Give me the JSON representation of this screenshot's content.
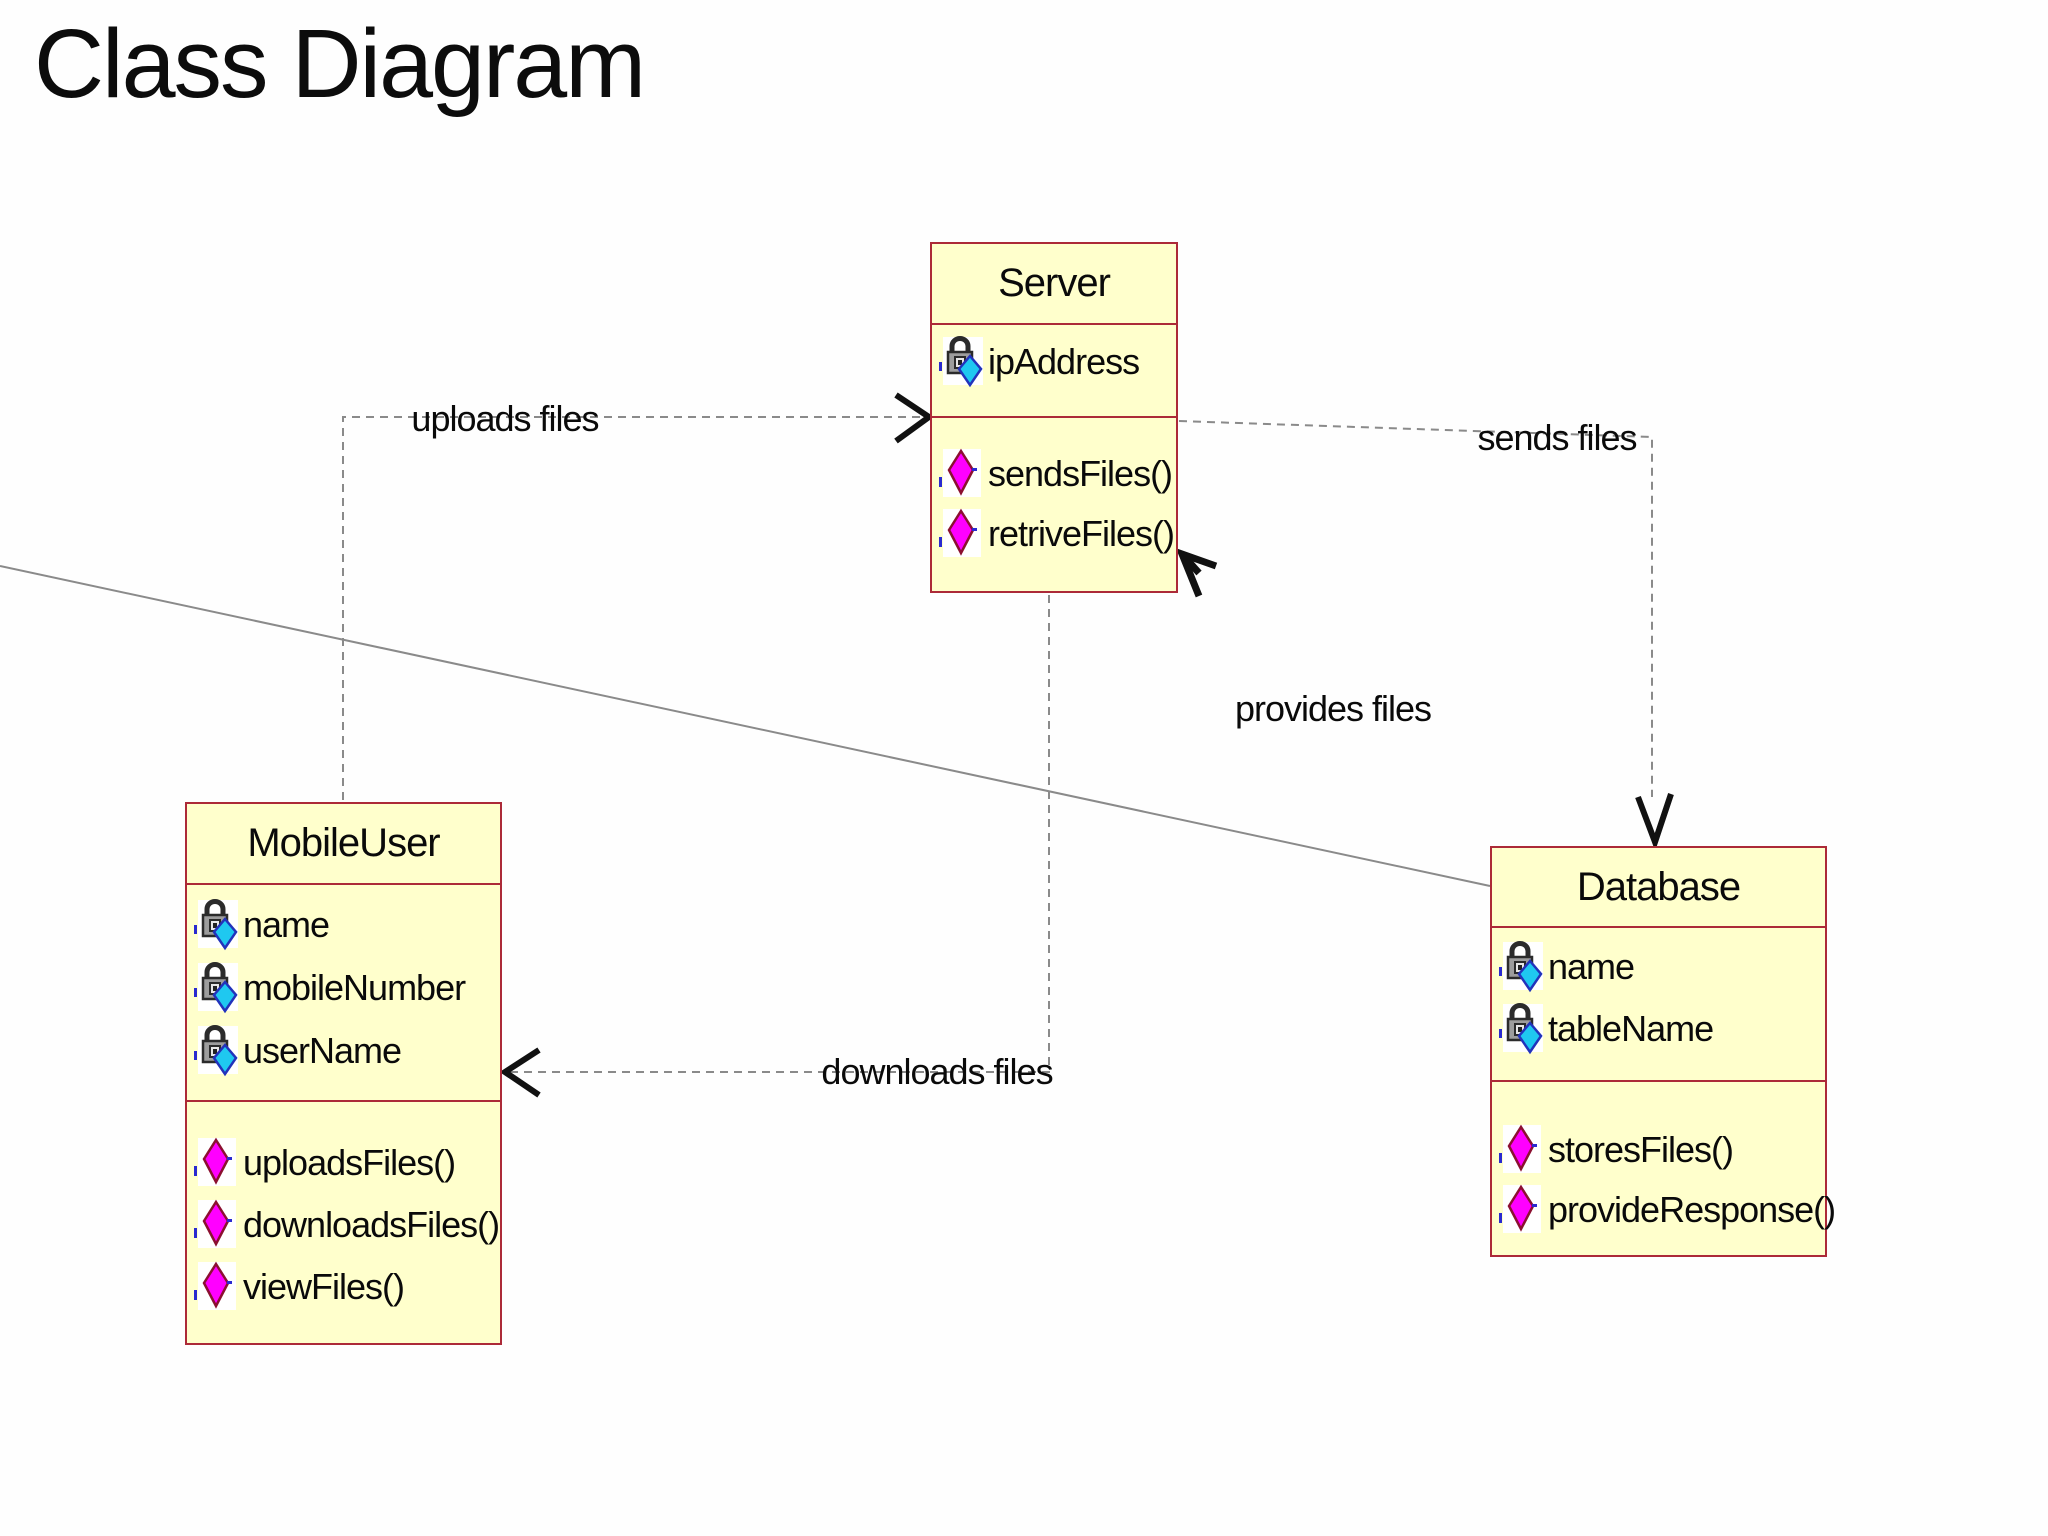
{
  "title": "Class Diagram",
  "colors": {
    "box_fill": "#FFFFCC",
    "box_border": "#AC2A38",
    "connector": "#8a8a8a",
    "attribute_diamond": "#1FC8F0",
    "method_diamond": "#FF00FF"
  },
  "icons": {
    "attribute": "lock-attribute-icon",
    "method": "method-diamond-icon"
  },
  "classes": [
    {
      "name": "Server",
      "attributes": [
        "ipAddress"
      ],
      "methods": [
        "sendsFiles()",
        "retriveFiles()"
      ]
    },
    {
      "name": "MobileUser",
      "attributes": [
        "name",
        "mobileNumber",
        "userName"
      ],
      "methods": [
        "uploadsFiles()",
        "downloadsFiles()",
        "viewFiles()"
      ]
    },
    {
      "name": "Database",
      "attributes": [
        "name",
        "tableName"
      ],
      "methods": [
        "storesFiles()",
        "provideResponse()"
      ]
    }
  ],
  "relations": [
    {
      "label": "uploads files",
      "from": "MobileUser",
      "to": "Server"
    },
    {
      "label": "sends files",
      "from": "Server",
      "to": "Database"
    },
    {
      "label": "provides files",
      "from": "Database",
      "to": "Server"
    },
    {
      "label": "downloads files",
      "from": "Server",
      "to": "MobileUser"
    }
  ]
}
